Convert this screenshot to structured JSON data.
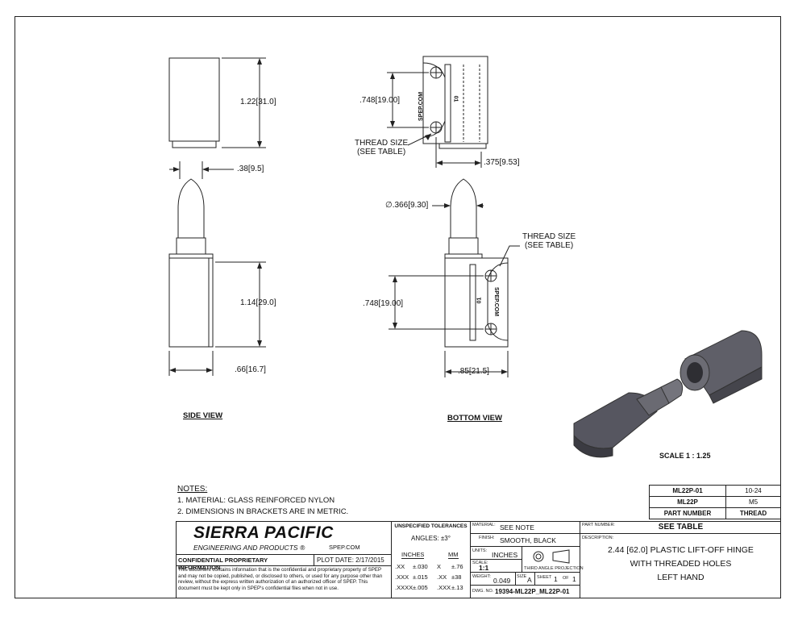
{
  "views": {
    "side_view_label": "SIDE VIEW",
    "bottom_view_label": "BOTTOM VIEW"
  },
  "dimensions": {
    "side_top_height": "1.22",
    "side_top_height_mm": "31.0",
    "side_pin_width": ".38",
    "side_pin_width_mm": "9.5",
    "side_bottom_height": "1.14",
    "side_bottom_height_mm": "29.0",
    "side_width": ".66",
    "side_width_mm": "16.7",
    "top_hole_spacing": ".748",
    "top_hole_spacing_mm": "19.00",
    "top_offset": ".375",
    "top_offset_mm": "9.53",
    "pin_diameter": "∅.366",
    "pin_diameter_mm": "9.30",
    "bottom_hole_spacing": ".748",
    "bottom_hole_spacing_mm": "19.00",
    "bottom_width": ".85",
    "bottom_width_mm": "21.5"
  },
  "callouts": {
    "thread_size_1": "THREAD SIZE",
    "thread_size_1b": "(SEE TABLE)",
    "thread_size_2": "THREAD SIZE",
    "thread_size_2b": "(SEE TABLE)",
    "part_mark": "SPEP.COM",
    "part_code": "01"
  },
  "scale_label": "SCALE 1 : 1.25",
  "notes": {
    "title": "NOTES:",
    "items": [
      "1.   MATERIAL: GLASS REINFORCED NYLON",
      "2.   DIMENSIONS IN BRACKETS ARE IN METRIC."
    ]
  },
  "part_table": {
    "rows": [
      {
        "part": "ML22P-01",
        "thread": "10-24"
      },
      {
        "part": "ML22P",
        "thread": "M5"
      }
    ],
    "header_part": "PART NUMBER",
    "header_thread": "THREAD"
  },
  "title_block": {
    "company": "SIERRA PACIFIC",
    "company_sub": "ENGINEERING AND PRODUCTS",
    "registered": "®",
    "website": "SPEP.COM",
    "confidential_label": "CONFIDENTIAL PROPRIETARY INFORMATION",
    "plot_date": "PLOT DATE:  2/17/2015",
    "disclaimer": "This document contains information that is the confidential and proprietary property of SPEP and may not be copied, published, or disclosed to others, or used for any purpose other than review, without the express written authorization of an authorized officer of SPEP. This document must be kept only in SPEP's confidential files when not in use.",
    "tolerances_title": "UNSPECIFIED TOLERANCES",
    "angles": "ANGLES:  ±3°",
    "inches_hdr": "INCHES",
    "mm_hdr": "MM",
    "tol_rows": [
      {
        "in_fmt": ".XX",
        "in_tol": "±.030",
        "mm_fmt": "X",
        "mm_tol": "±.76"
      },
      {
        "in_fmt": ".XXX",
        "in_tol": "±.015",
        "mm_fmt": ".XX",
        "mm_tol": "±38"
      },
      {
        "in_fmt": ".XXXX",
        "in_tol": "±.005",
        "mm_fmt": ".XXX",
        "mm_tol": "±.13"
      }
    ],
    "material_label": "MATERIAL:",
    "material": "SEE NOTE",
    "finish_label": "FINISH:",
    "finish": "SMOOTH, BLACK",
    "units_label": "UNITS:",
    "units": "INCHES",
    "scale_label": "SCALE:",
    "scale": "1:1",
    "projection": "THIRD ANGLE PROJECTION",
    "weight_label": "WEIGHT:",
    "weight": "0.049",
    "size_label": "SIZE",
    "size": "A",
    "sheet_label": "SHEET",
    "sheet": "1",
    "of_label": "OF",
    "sheet_total": "1",
    "dwg_label": "DWG. NO.",
    "dwg_no": "19394-ML22P_ML22P-01",
    "part_number_label": "PART NUMBER:",
    "part_number": "SEE TABLE",
    "description_label": "DESCRIPTION:",
    "description_1": "2.44 [62.0] PLASTIC LIFT-OFF HINGE",
    "description_2": "WITH THREADED HOLES",
    "description_3": "LEFT HAND"
  }
}
